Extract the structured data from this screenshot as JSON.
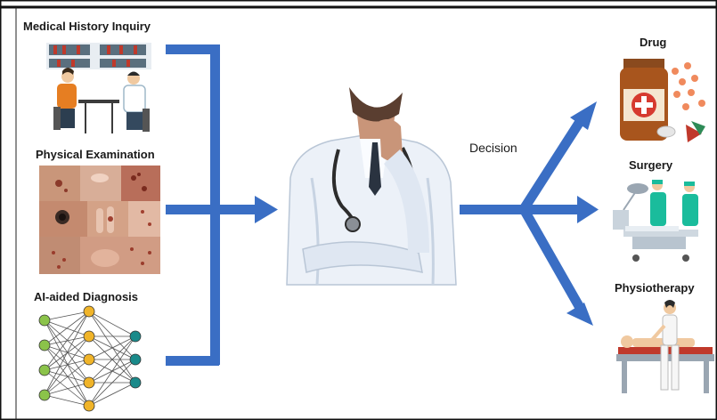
{
  "inputs": [
    {
      "label": "Medical History Inquiry",
      "icon": "doctor-patient-consultation-illustration"
    },
    {
      "label": "Physical Examination",
      "icon": "skin-lesion-photo-grid"
    },
    {
      "label": "AI-aided Diagnosis",
      "icon": "neural-network-icon"
    }
  ],
  "center": {
    "icon": "thinking-doctor-photo"
  },
  "decision_label": "Decision",
  "outputs": [
    {
      "label": "Drug",
      "icon": "medicine-bottle-and-pills-icon"
    },
    {
      "label": "Surgery",
      "icon": "surgeons-operating-illustration"
    },
    {
      "label": "Physiotherapy",
      "icon": "massage-therapy-illustration"
    }
  ],
  "colors": {
    "arrow": "#3a6ec4",
    "frame": "#111111"
  }
}
